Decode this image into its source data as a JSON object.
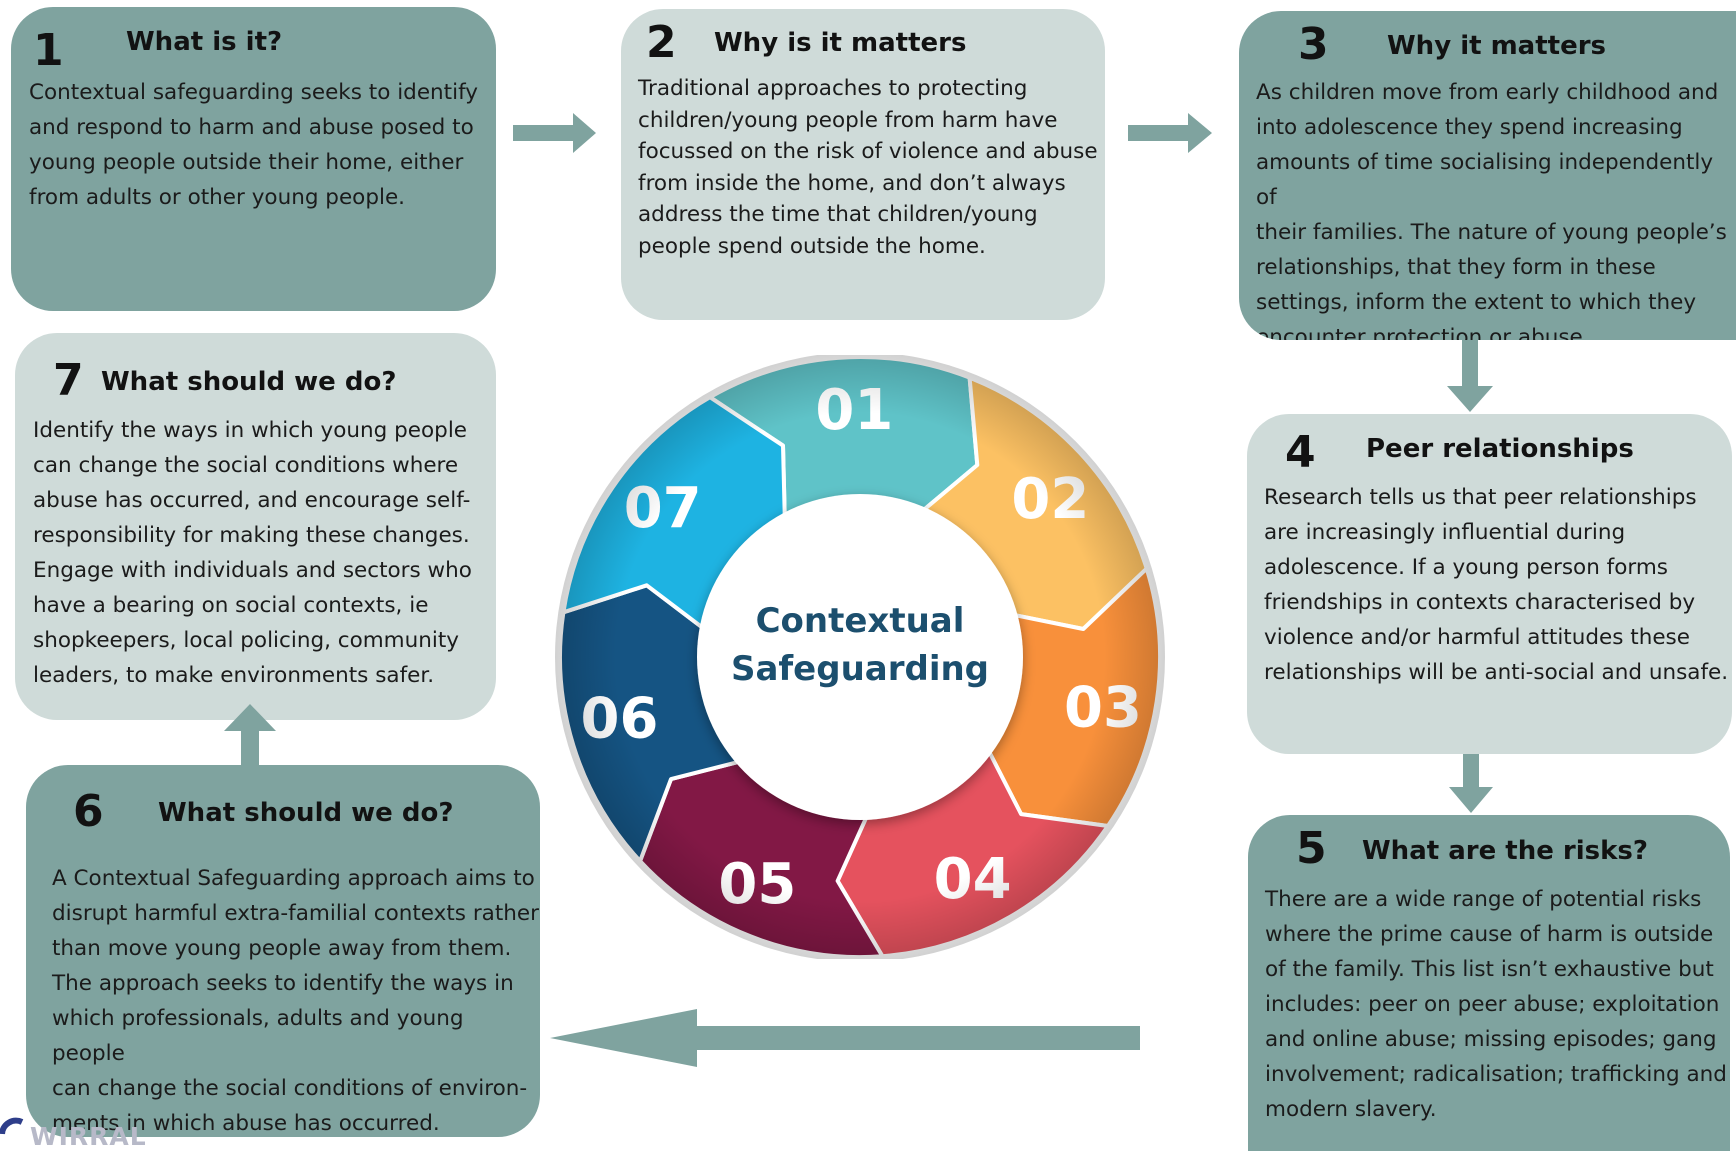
{
  "cards": [
    {
      "id": "what-is-it",
      "number": "1",
      "title": "What is it?",
      "lines": [
        "Contextual safeguarding seeks to identify",
        "and respond to harm and abuse posed to",
        "young people outside their home, either",
        "from adults or other young people."
      ]
    },
    {
      "id": "why-is-it-matters",
      "number": "2",
      "title": "Why is it matters",
      "lines": [
        "Traditional approaches to protecting",
        "children/young people from harm have",
        "focussed on the risk of violence and abuse",
        "from inside the home, and don’t always",
        "address the time that children/young",
        "people spend outside the home."
      ]
    },
    {
      "id": "why-it-matters",
      "number": "3",
      "title": "Why it matters",
      "lines": [
        "As children move from early childhood and",
        "into adolescence they spend increasing",
        "amounts of time socialising independently of",
        "their families. The nature of young people’s",
        "relationships, that they form in these",
        "settings, inform the extent to which they",
        "encounter protection or abuse."
      ]
    },
    {
      "id": "peer-relationships",
      "number": "4",
      "title": "Peer relationships",
      "lines": [
        "Research tells us that peer relationships",
        "are increasingly influential during",
        "adolescence. If a young person forms",
        "friendships in contexts characterised by",
        "violence and/or harmful attitudes these",
        "relationships will be anti-social and unsafe."
      ]
    },
    {
      "id": "what-are-the-risks",
      "number": "5",
      "title": "What are the risks?",
      "lines": [
        "There are a wide range of potential risks",
        "where the prime cause of harm is outside",
        "of the family. This list isn’t exhaustive but",
        "includes: peer on peer abuse; exploitation",
        "and online abuse; missing episodes; gang",
        "involvement; radicalisation; trafficking and",
        "modern slavery."
      ]
    },
    {
      "id": "what-should-we-do-6",
      "number": "6",
      "title": "What should we do?",
      "lines": [
        "A Contextual Safeguarding approach aims to",
        "disrupt harmful extra-familial contexts rather",
        "than move young people away from them.",
        "The approach seeks to identify the ways in",
        "which professionals, adults and young people",
        "can change the social conditions of environ-",
        "ments in which abuse has occurred."
      ]
    },
    {
      "id": "what-should-we-do-7",
      "number": "7",
      "title": "What should we do?",
      "lines": [
        "Identify the ways in which young people",
        "can change the social conditions where",
        "abuse has occurred, and encourage self-",
        "responsibility for making these changes.",
        "Engage with individuals and sectors who",
        "have a bearing on social contexts, ie",
        "shopkeepers, local policing, community",
        "leaders, to make environments safer."
      ]
    }
  ],
  "wheel": {
    "center_lines": [
      "Contextual",
      "Safeguarding"
    ],
    "segments": [
      {
        "label": "01",
        "color": "#5fc3c8"
      },
      {
        "label": "02",
        "color": "#fcc163"
      },
      {
        "label": "03",
        "color": "#f8903b"
      },
      {
        "label": "04",
        "color": "#e5525e"
      },
      {
        "label": "05",
        "color": "#821845"
      },
      {
        "label": "06",
        "color": "#155483"
      },
      {
        "label": "07",
        "color": "#1eb3e2"
      }
    ]
  },
  "logo": {
    "text": "WIRRAL"
  },
  "colors": {
    "dark_card": "#7fa39f",
    "light_card": "#cfdbd9",
    "arrow": "#7fa39f",
    "center_text": "#1c4f6e"
  }
}
